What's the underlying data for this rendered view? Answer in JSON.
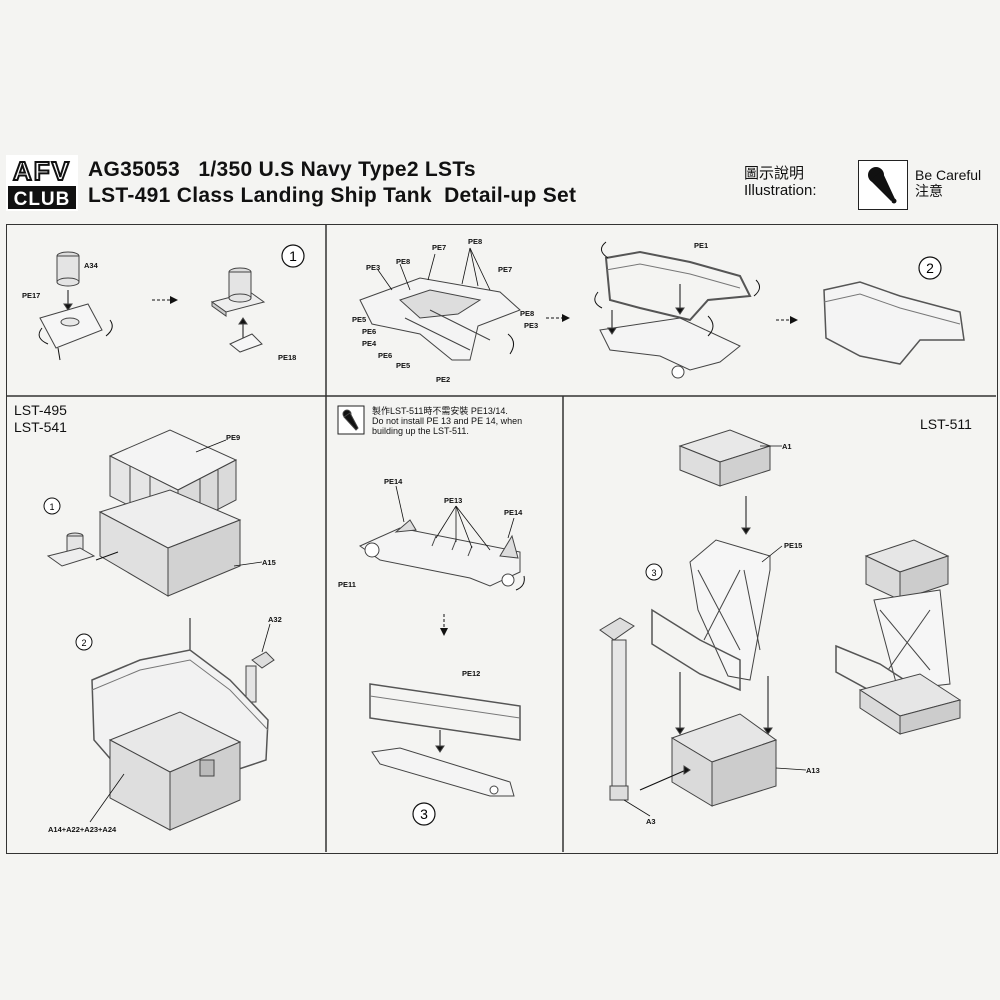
{
  "header": {
    "logo_top": "AFV",
    "logo_bottom": "CLUB",
    "title_line1": "AG35053   1/350 U.S Navy Type2 LSTs",
    "title_line2": "LST-491 Class Landing Ship Tank  Detail-up Set",
    "illustration_zh": "圖示說明",
    "illustration_en": "Illustration:",
    "careful_en": "Be Careful",
    "careful_zh": "注意"
  },
  "steps": {
    "step1": "1",
    "step2": "2",
    "step3": "3",
    "ref1": "1",
    "ref2": "2",
    "ref3": "3"
  },
  "panels": {
    "left_title_1": "LST-495",
    "left_title_2": "LST-541",
    "right_title": "LST-511",
    "note_line1": "製作LST-511時不需安裝 PE13/14.",
    "note_line2": "Do not install PE 13 and PE 14, when",
    "note_line3": "building up the LST-511."
  },
  "parts": {
    "a34": "A34",
    "pe17": "PE17",
    "pe18": "PE18",
    "pe7a": "PE7",
    "pe8a": "PE8",
    "pe3a": "PE3",
    "pe8b": "PE8",
    "pe7b": "PE7",
    "pe5a": "PE5",
    "pe6a": "PE6",
    "pe4": "PE4",
    "pe6b": "PE6",
    "pe5b": "PE5",
    "pe8c": "PE8",
    "pe3b": "PE3",
    "pe2": "PE2",
    "pe1": "PE1",
    "pe9": "PE9",
    "a15": "A15",
    "a32": "A32",
    "a14group": "A14+A22+A23+A24",
    "pe14a": "PE14",
    "pe13": "PE13",
    "pe14b": "PE14",
    "pe11": "PE11",
    "pe12": "PE12",
    "a1": "A1",
    "pe15": "PE15",
    "a13": "A13",
    "a3": "A3"
  }
}
